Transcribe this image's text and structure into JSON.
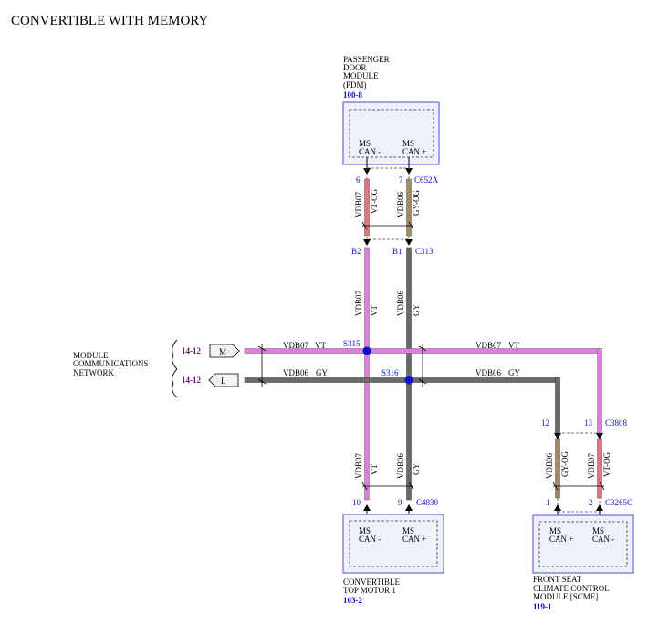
{
  "title": "CONVERTIBLE WITH MEMORY",
  "colors": {
    "vt": "#e07ee0",
    "gy": "#6a6a6a",
    "gy_og": "#a38a63",
    "vt_og": "#e8737f",
    "module_border": "#6b6bd6",
    "module_fill": "#eef0fb",
    "blue": "#0b10c8"
  },
  "pdm": {
    "name_lines": [
      "PASSENGER",
      "DOOR",
      "MODULE",
      "(PDM)"
    ],
    "ref": "100-8",
    "pin_left": {
      "line1": "MS",
      "line2": "CAN -"
    },
    "pin_right": {
      "line1": "MS",
      "line2": "CAN +"
    },
    "pin_left_num": "6",
    "pin_right_num": "7",
    "connector": "C652A",
    "wire_left": {
      "circuit": "VDB07",
      "color": "VT-OG"
    },
    "wire_right": {
      "circuit": "VDB06",
      "color": "GY-OG"
    }
  },
  "c313": {
    "pin_left": "B2",
    "pin_right": "B1",
    "connector": "C313",
    "wire_left": {
      "circuit": "VDB07",
      "color": "VT"
    },
    "wire_right": {
      "circuit": "VDB06",
      "color": "GY"
    }
  },
  "network": {
    "label_lines": [
      "MODULE",
      "COMMUNICATIONS",
      "NETWORK"
    ],
    "m_ref": "14-12",
    "l_ref": "14-12",
    "m_tag": "M",
    "l_tag": "L",
    "m_wire_left": {
      "circuit": "VDB07",
      "color": "VT"
    },
    "m_wire_right": {
      "circuit": "VDB07",
      "color": "VT"
    },
    "l_wire_left": {
      "circuit": "VDB06",
      "color": "GY"
    },
    "l_wire_right": {
      "circuit": "VDB06",
      "color": "GY"
    },
    "splice_m": "S315",
    "splice_l": "S316"
  },
  "top_motor": {
    "name_lines": [
      "CONVERTIBLE",
      "TOP MOTOR 1"
    ],
    "ref": "103-2",
    "pin_left": {
      "line1": "MS",
      "line2": "CAN -"
    },
    "pin_right": {
      "line1": "MS",
      "line2": "CAN +"
    },
    "pin_left_num": "10",
    "pin_right_num": "9",
    "connector": "C4830",
    "wire_left": {
      "circuit": "VDB07",
      "color": "VT"
    },
    "wire_right": {
      "circuit": "VDB06",
      "color": "GY"
    }
  },
  "scm": {
    "name_lines": [
      "FRONT SEAT",
      "CLIMATE CONTROL",
      "MODULE [SCME]"
    ],
    "ref": "119-1",
    "pin_left": {
      "line1": "MS",
      "line2": "CAN +"
    },
    "pin_right": {
      "line1": "MS",
      "line2": "CAN -"
    },
    "pin_left_num": "1",
    "pin_right_num": "2",
    "connector": "C3265C",
    "upper_pin_left": "12",
    "upper_pin_right": "13",
    "upper_connector": "C3808",
    "wire_left": {
      "circuit": "VDB06",
      "color": "GY-OG"
    },
    "wire_right": {
      "circuit": "VDB07",
      "color": "VT-OG"
    }
  }
}
